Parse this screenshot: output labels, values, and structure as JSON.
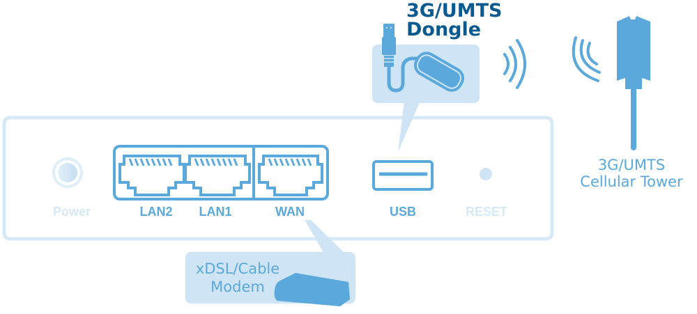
{
  "colors": {
    "primary": "#5ba8dc",
    "dark_title": "#0a5a92",
    "light_fill": "#cfe5f5",
    "faded": "#d6e9f6"
  },
  "dongle": {
    "title_line1": "3G/UMTS",
    "title_line2": "Dongle",
    "icon": "usb-dongle-icon"
  },
  "tower": {
    "label_line1": "3G/UMTS",
    "label_line2": "Cellular Tower",
    "icon": "cell-tower-icon"
  },
  "router": {
    "ports": [
      {
        "id": "power",
        "label": "Power"
      },
      {
        "id": "lan2",
        "label": "LAN2"
      },
      {
        "id": "lan1",
        "label": "LAN1"
      },
      {
        "id": "wan",
        "label": "WAN"
      },
      {
        "id": "usb",
        "label": "USB"
      },
      {
        "id": "reset",
        "label": "RESET"
      }
    ]
  },
  "modem": {
    "label_line1": "xDSL/Cable",
    "label_line2": "Modem",
    "icon": "modem-icon"
  }
}
